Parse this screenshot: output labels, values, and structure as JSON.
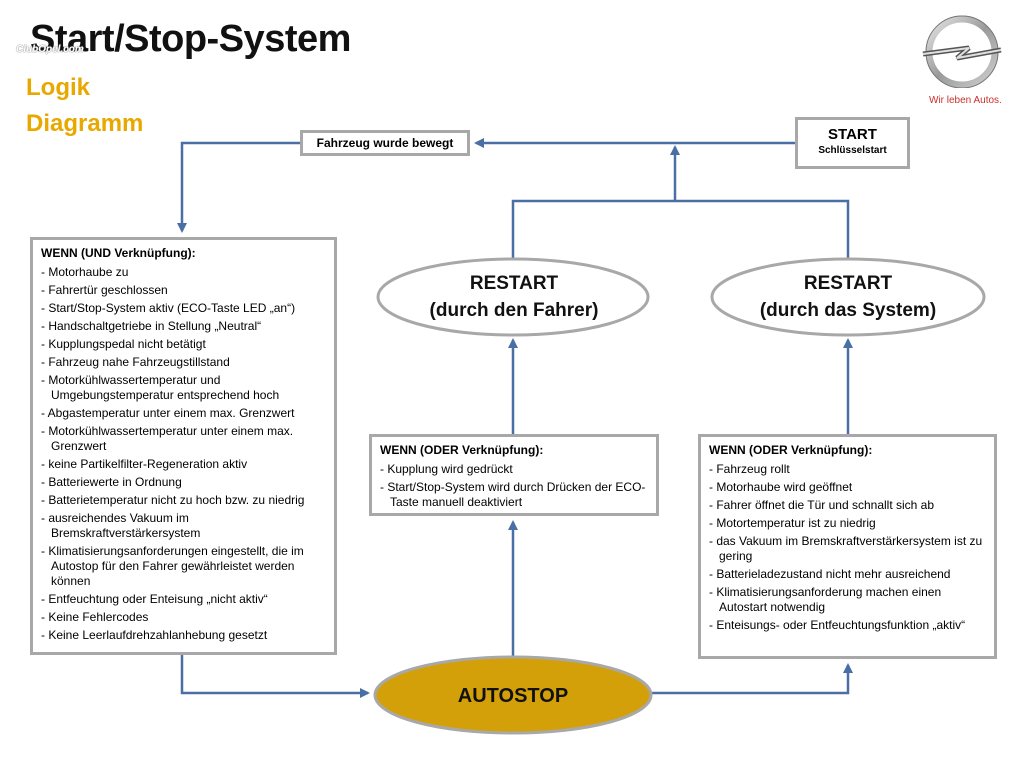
{
  "header": {
    "title": "Start/Stop-System",
    "watermark": "ClubOpel.com",
    "subtitle_line1": "Logik",
    "subtitle_line2": "Diagramm",
    "brand_logo": "opel-logo",
    "slogan": "Wir leben Autos."
  },
  "diagram": {
    "moved_box": "Fahrzeug wurde bewegt",
    "start_box": {
      "title": "START",
      "subtitle": "Schlüsselstart"
    },
    "restart_driver": {
      "line1": "RESTART",
      "line2": "(durch den Fahrer)"
    },
    "restart_system": {
      "line1": "RESTART",
      "line2": "(durch das System)"
    },
    "autostop": "AUTOSTOP",
    "and_box": {
      "heading": "WENN (UND Verknüpfung):",
      "items": [
        "- Motorhaube zu",
        "- Fahrertür geschlossen",
        "- Start/Stop-System aktiv (ECO-Taste LED „an“)",
        "- Handschaltgetriebe in Stellung „Neutral“",
        "- Kupplungspedal nicht betätigt",
        "- Fahrzeug nahe Fahrzeugstillstand",
        "- Motorkühlwassertemperatur und Umgebungstemperatur entsprechend hoch",
        "- Abgastemperatur unter einem max. Grenzwert",
        "- Motorkühlwassertemperatur unter einem max. Grenzwert",
        "- keine Partikelfilter-Regeneration aktiv",
        "- Batteriewerte in Ordnung",
        "- Batterietemperatur nicht zu hoch bzw. zu niedrig",
        "- ausreichendes Vakuum im Bremskraftverstärkersystem",
        "- Klimatisierungsanforderungen eingestellt, die im Autostop für den Fahrer gewährleistet werden können",
        "- Entfeuchtung oder Enteisung „nicht aktiv“",
        "- Keine Fehlercodes",
        "- Keine Leerlaufdrehzahlanhebung gesetzt"
      ]
    },
    "or_box_left": {
      "heading": "WENN (ODER Verknüpfung):",
      "items": [
        "- Kupplung wird gedrückt",
        "- Start/Stop-System wird durch Drücken der ECO-Taste manuell deaktiviert"
      ]
    },
    "or_box_right": {
      "heading": "WENN (ODER Verknüpfung):",
      "items": [
        "- Fahrzeug rollt",
        "- Motorhaube wird geöffnet",
        "- Fahrer öffnet die Tür und  schnallt sich ab",
        "- Motortemperatur ist zu niedrig",
        "- das Vakuum im Bremskraftverstärkersystem ist zu gering",
        "- Batterieladezustand nicht mehr ausreichend",
        "- Klimatisierungsanforderung machen einen Autostart notwendig",
        "- Enteisungs- oder Entfeuchtungsfunktion „aktiv“"
      ]
    },
    "colors": {
      "arrow": "#4a6fa5",
      "box_border": "#a8a8a8",
      "ellipse_border": "#a8a8a8",
      "autostop_fill": "#d4a00a",
      "subtitle": "#e8a800"
    }
  }
}
